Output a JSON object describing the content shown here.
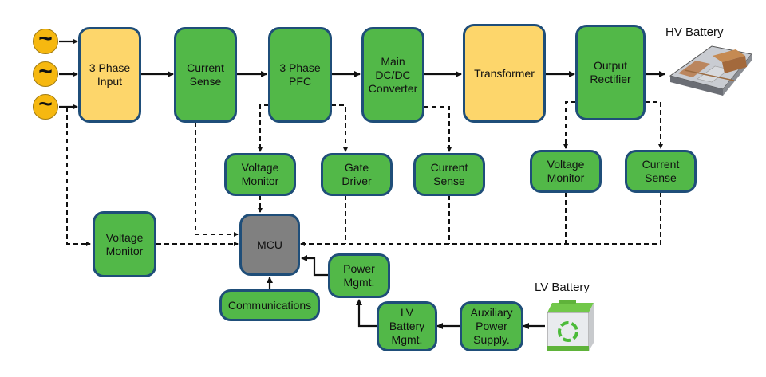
{
  "colors": {
    "green_block": "#52b848",
    "yellow_block": "#fdd66b",
    "mcu_block": "#808080",
    "border": "#1f4e79",
    "ac_source": "#f6b810"
  },
  "sources": {
    "ac_symbol": "~",
    "count": 3
  },
  "blocks": {
    "three_phase_input": "3 Phase\nInput",
    "current_sense_1": "Current\nSense",
    "three_phase_pfc": "3 Phase\nPFC",
    "main_dcdc": "Main\nDC/DC\nConverter",
    "transformer": "Transformer",
    "output_rectifier": "Output\nRectifier",
    "voltage_monitor_pfc": "Voltage\nMonitor",
    "gate_driver": "Gate\nDriver",
    "current_sense_dcdc": "Current\nSense",
    "voltage_monitor_out": "Voltage\nMonitor",
    "current_sense_out": "Current\nSense",
    "voltage_monitor_in": "Voltage\nMonitor",
    "mcu": "MCU",
    "power_mgmt": "Power\nMgmt.",
    "communications": "Communications",
    "lv_battery_mgmt": "LV\nBattery\nMgmt.",
    "aux_power_supply": "Auxiliary\nPower\nSupply."
  },
  "labels": {
    "hv_battery": "HV Battery",
    "lv_battery": "LV Battery"
  },
  "icons": {
    "hv_battery": "hv-battery-pack-icon",
    "lv_battery": "lv-battery-recycle-icon",
    "ac": "ac-source-icon"
  }
}
